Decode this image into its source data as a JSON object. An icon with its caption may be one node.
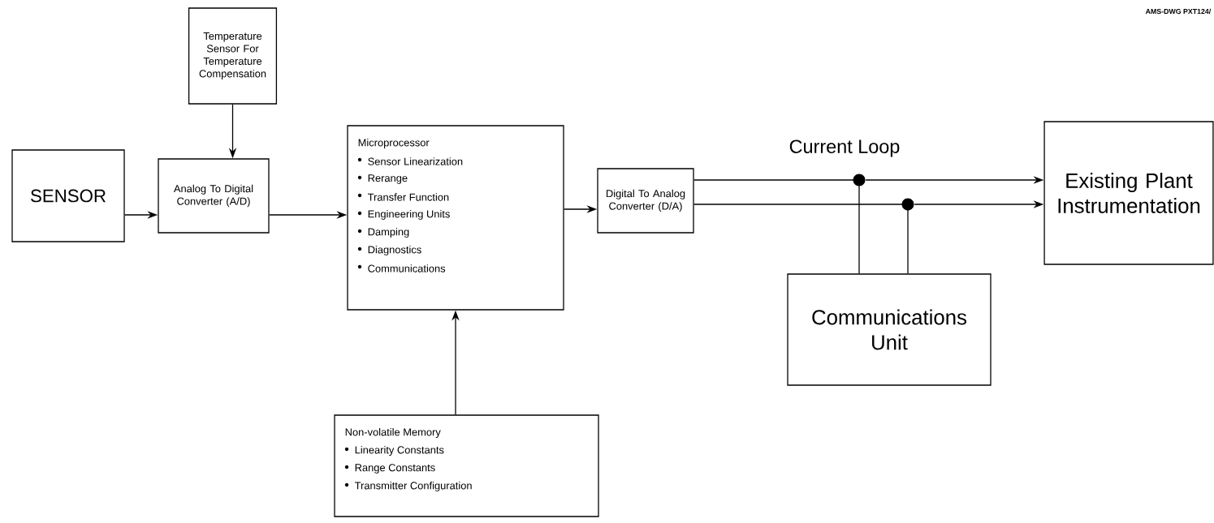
{
  "diagram": {
    "nodes": [
      {
        "text": [
          "SENSOR"
        ]
      },
      {
        "text": [
          "Temperature Sensor For Temperature Compensation"
        ]
      },
      {
        "text": [
          "Analog To Digital Converter (A/D)"
        ]
      },
      {
        "text": [
          "Microprocessor",
          "Sensor Linearization",
          "Rerange",
          "Transfer Function",
          "Engineering Units",
          "Damping",
          "Diagnostics",
          "Communications"
        ]
      },
      {
        "text": [
          "Non-volatile Memory",
          "Linearity Constants",
          "Range Constants",
          "Transmitter Configuration"
        ]
      },
      {
        "text": [
          "Digital To Analog Converter (D/A)"
        ]
      },
      {
        "text": [
          "Existing Plant Instrumentation"
        ]
      },
      {
        "text": [
          "Communications Unit"
        ]
      },
      {
        "text": [],
        "shape": "circle"
      },
      {
        "text": [],
        "shape": "circle"
      }
    ],
    "edges": [
      {
        "from": 0,
        "to": 2,
        "arrow": "to"
      },
      {
        "from": 1,
        "to": 2,
        "arrow": "to"
      },
      {
        "from": 2,
        "to": 3,
        "arrow": "to"
      },
      {
        "from": 4,
        "to": 3,
        "arrow": "to"
      },
      {
        "from": 3,
        "to": 5,
        "arrow": "to"
      },
      {
        "from": 5,
        "to": 8,
        "arrow": "none"
      },
      {
        "from": 8,
        "to": 6,
        "arrow": "to"
      },
      {
        "from": 5,
        "to": 9,
        "arrow": "none"
      },
      {
        "from": 9,
        "to": 6,
        "arrow": "to"
      },
      {
        "from": 7,
        "to": 8,
        "arrow": "none"
      },
      {
        "from": 7,
        "to": 9,
        "arrow": "none"
      }
    ],
    "labels": [
      "Current Loop",
      "AMS-DWG PXT124/"
    ]
  }
}
